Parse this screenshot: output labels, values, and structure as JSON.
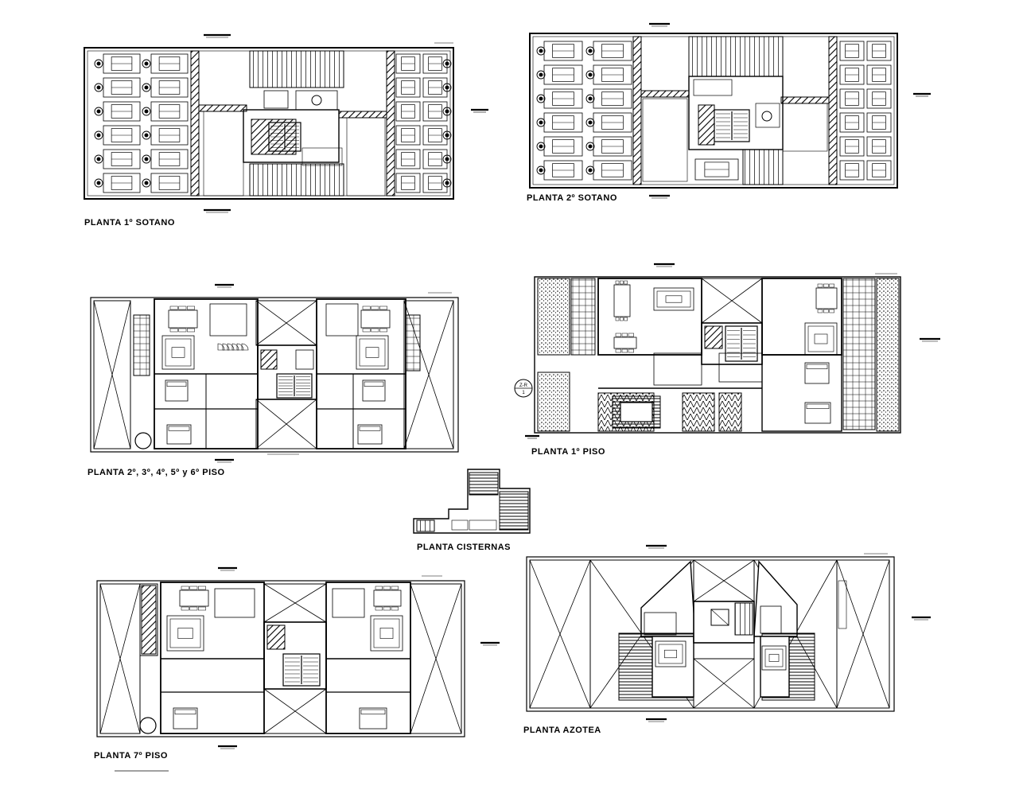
{
  "sheet": {
    "titles": {
      "sotano1": "PLANTA 1º SOTANO",
      "sotano2": "PLANTA 2º SOTANO",
      "piso_tipico": "PLANTA 2º, 3º, 4º, 5º y 6º PISO",
      "piso1": "PLANTA 1º PISO",
      "cisternas": "PLANTA CISTERNAS",
      "piso7": "PLANTA 7º PISO",
      "azotea": "PLANTA AZOTEA"
    },
    "section_marker": "Z-R\n1"
  },
  "colors": {
    "ink": "#000000",
    "paper": "#ffffff"
  }
}
